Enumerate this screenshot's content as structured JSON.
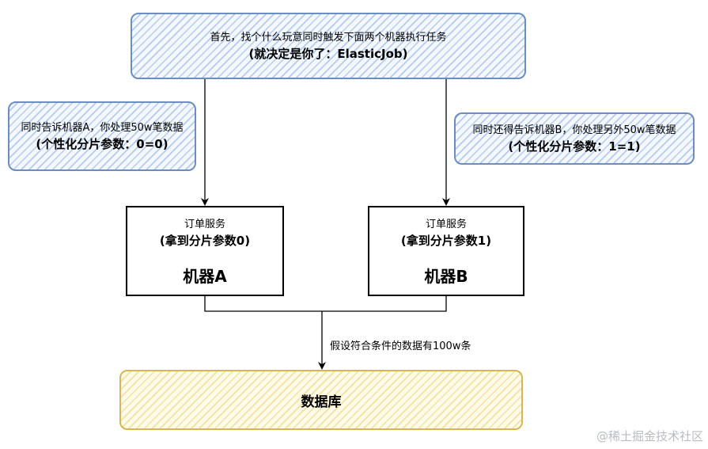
{
  "top_task": {
    "line1": "首先，找个什么玩意同时触发下面两个机器执行任务",
    "line2": "(就决定是你了：ElasticJob)"
  },
  "left_note": {
    "line1": "同时告诉机器A，你处理50w笔数据",
    "line2": "(个性化分片参数：0=0)"
  },
  "right_note": {
    "line1": "同时还得告诉机器B，你处理另外50w笔数据",
    "line2": "(个性化分片参数：1=1)"
  },
  "machine_a": {
    "service": "订单服务",
    "param": "(拿到分片参数0)",
    "name": "机器A"
  },
  "machine_b": {
    "service": "订单服务",
    "param": "(拿到分片参数1)",
    "name": "机器B"
  },
  "edge_label": "假设符合条件的数据有100w条",
  "database": {
    "label": "数据库"
  },
  "watermark": "@稀土掘金技术社区",
  "colors": {
    "blue_border": "#6c8ebf",
    "yellow_border": "#d6b656",
    "line": "#000000"
  }
}
